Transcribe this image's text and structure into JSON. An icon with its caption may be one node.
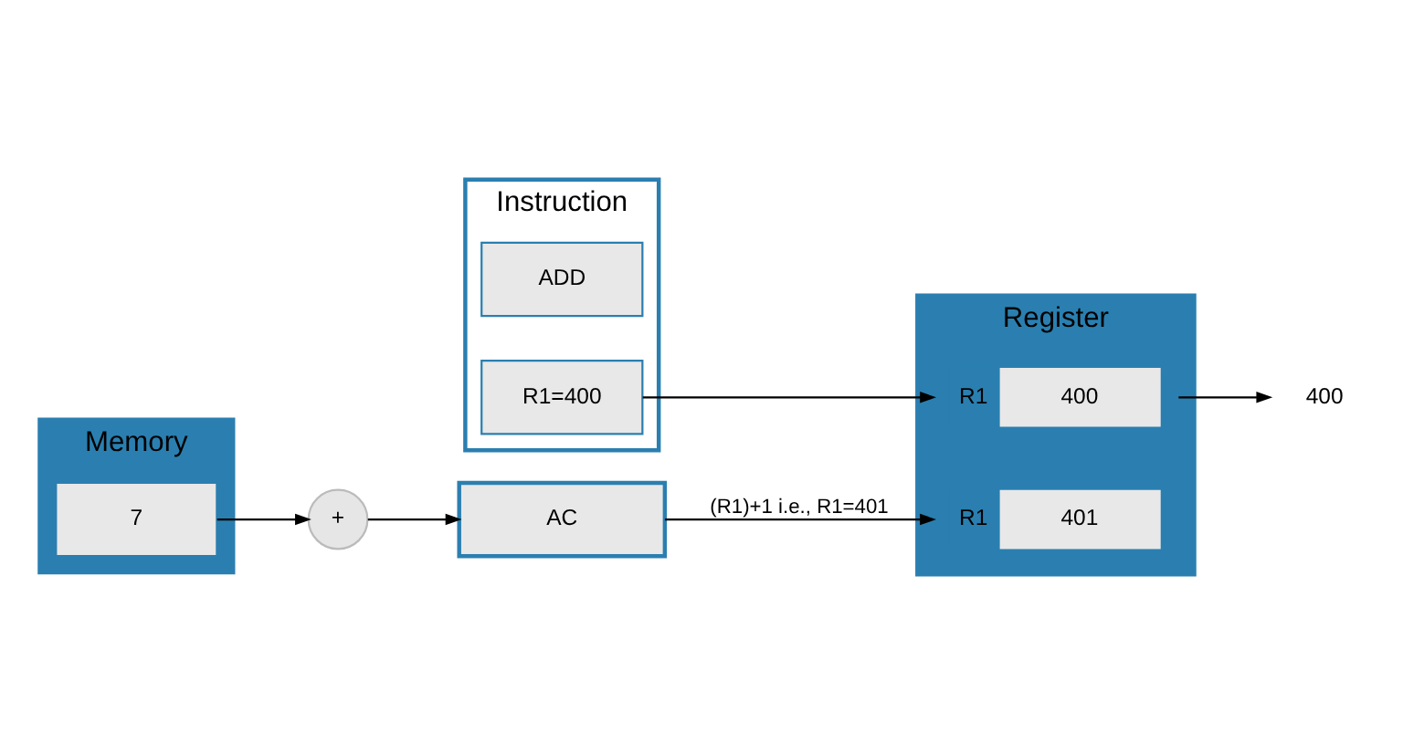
{
  "diagram": {
    "nodes": [
      {
        "text": [
          "Instruction"
        ]
      },
      {
        "text": [
          "ADD"
        ],
        "in": 0
      },
      {
        "text": [
          "R1=400"
        ],
        "in": 0
      },
      {
        "text": [
          "Register"
        ]
      },
      {
        "text": [
          "400"
        ],
        "in": 3,
        "beside": [
          "R1"
        ]
      },
      {
        "text": [
          "401"
        ],
        "in": 3,
        "beside": [
          "R1"
        ]
      },
      {
        "text": [
          "Memory"
        ]
      },
      {
        "text": [
          "7"
        ],
        "in": 6
      },
      {
        "text": [
          "+"
        ]
      },
      {
        "text": [
          "AC"
        ]
      },
      {
        "text": [
          "400"
        ]
      }
    ],
    "edges": [
      {
        "from": 2,
        "to": 4,
        "arrow": "to"
      },
      {
        "from": 4,
        "to": 10,
        "arrow": "to"
      },
      {
        "from": 7,
        "to": 8,
        "arrow": "to"
      },
      {
        "from": 8,
        "to": 9,
        "arrow": "to"
      },
      {
        "from": 9,
        "to": 5,
        "arrow": "to",
        "label": "(R1)+1 i.e., R1=401"
      }
    ]
  }
}
